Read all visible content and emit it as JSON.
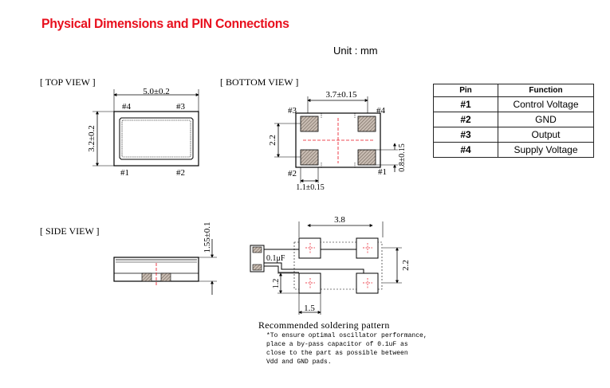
{
  "title": "Physical Dimensions and PIN Connections",
  "unit": "Unit : mm",
  "views": {
    "top": "[ TOP VIEW ]",
    "bottom": "[ BOTTOM VIEW ]",
    "side": "[ SIDE VIEW ]"
  },
  "top_view": {
    "width_dim": "5.0±0.2",
    "height_dim": "3.2±0.2",
    "pin4": "#4",
    "pin3": "#3",
    "pin1": "#1",
    "pin2": "#2"
  },
  "bottom_view": {
    "width_dim": "3.7±0.15",
    "height_dim": "2.2",
    "pad_dim": "0.8±0.15",
    "pad_width": "1.1±0.15",
    "pin3": "#3",
    "pin4": "#4",
    "pin2": "#2",
    "pin1": "#1"
  },
  "side_view": {
    "height_dim": "1.55±0.1"
  },
  "solder": {
    "width_dim": "3.8",
    "height_dim": "2.2",
    "pad_height": "1.2",
    "pad_width": "1.5",
    "capacitor": "0.1μF",
    "title": "Recommended soldering pattern",
    "note": [
      "*To ensure optimal oscillator performance,",
      "place a by-pass capacitor of 0.1uF as",
      "close to the part as possible between",
      "Vdd and GND pads."
    ]
  },
  "pin_table": {
    "headers": [
      "Pin",
      "Function"
    ],
    "rows": [
      {
        "pin": "#1",
        "function": "Control Voltage"
      },
      {
        "pin": "#2",
        "function": "GND"
      },
      {
        "pin": "#3",
        "function": "Output"
      },
      {
        "pin": "#4",
        "function": "Supply Voltage"
      }
    ]
  },
  "colors": {
    "title": "#e8101e",
    "centerline": "#e8101e",
    "pad_hatch": "#a89a90"
  }
}
